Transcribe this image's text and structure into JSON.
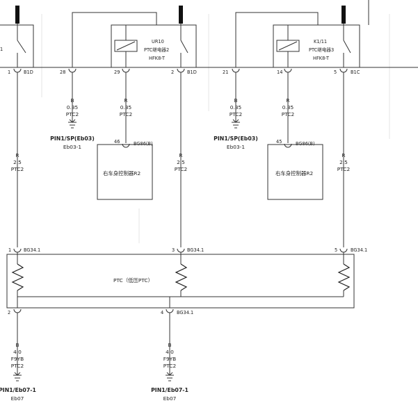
{
  "relay_left": {
    "contact": "1"
  },
  "relay_mid": {
    "ref": "UR10",
    "name": "PTC继电器2",
    "part": "HFK8-T"
  },
  "relay_right": {
    "ref": "K1/11",
    "name": "PTC继电器3",
    "part": "HFK8-T"
  },
  "relay_pins": [
    {
      "num": "1",
      "label": "B1D"
    },
    {
      "num": "28",
      "label": ""
    },
    {
      "num": "29",
      "label": ""
    },
    {
      "num": "2",
      "label": "B1D"
    },
    {
      "num": "21",
      "label": ""
    },
    {
      "num": "14",
      "label": ""
    },
    {
      "num": "5",
      "label": "B1C"
    }
  ],
  "wires_small": [
    {
      "color": "B",
      "size": "0.35",
      "type": "PTC2"
    },
    {
      "color": "R",
      "size": "0.35",
      "type": "PTC2"
    },
    {
      "color": "B",
      "size": "0.35",
      "type": "PTC2"
    },
    {
      "color": "R",
      "size": "0.35",
      "type": "PTC2"
    }
  ],
  "wires_main": [
    {
      "color": "R",
      "size": "2.5",
      "type": "PTC2"
    },
    {
      "color": "R",
      "size": "2.5",
      "type": "PTC2"
    },
    {
      "color": "R",
      "size": "2.5",
      "type": "PTC2"
    }
  ],
  "grounds_top": [
    {
      "pin": "PIN1/SP(Eb03)",
      "conn": "Eb03-1"
    },
    {
      "pin": "PIN1/SP(Eb03)",
      "conn": "Eb03-1"
    }
  ],
  "controllers": [
    {
      "pin": "46",
      "conn": "BG86(B)",
      "name": "右车身控制器R2"
    },
    {
      "pin": "45",
      "conn": "BG86(B)",
      "name": "右车身控制器R2"
    }
  ],
  "ptc": {
    "title": "PTC（低压PTC）",
    "top_pins": [
      {
        "num": "1",
        "label": "BG34.1"
      },
      {
        "num": "3",
        "label": "BG34.1"
      },
      {
        "num": "5",
        "label": "BG34.1"
      }
    ],
    "bottom_pins": [
      {
        "num": "2",
        "label": ""
      },
      {
        "num": "4",
        "label": "BG34.1"
      }
    ]
  },
  "wires_bottom": [
    {
      "color": "B",
      "size": "4.0",
      "code": "F9YB",
      "type": "PTC2"
    },
    {
      "color": "B",
      "size": "4.0",
      "code": "F9YB",
      "type": "PTC2"
    }
  ],
  "grounds_bottom": [
    {
      "pin": "PIN1/Eb07-1",
      "conn": "Eb07"
    },
    {
      "pin": "PIN1/Eb07-1",
      "conn": "Eb07"
    }
  ]
}
